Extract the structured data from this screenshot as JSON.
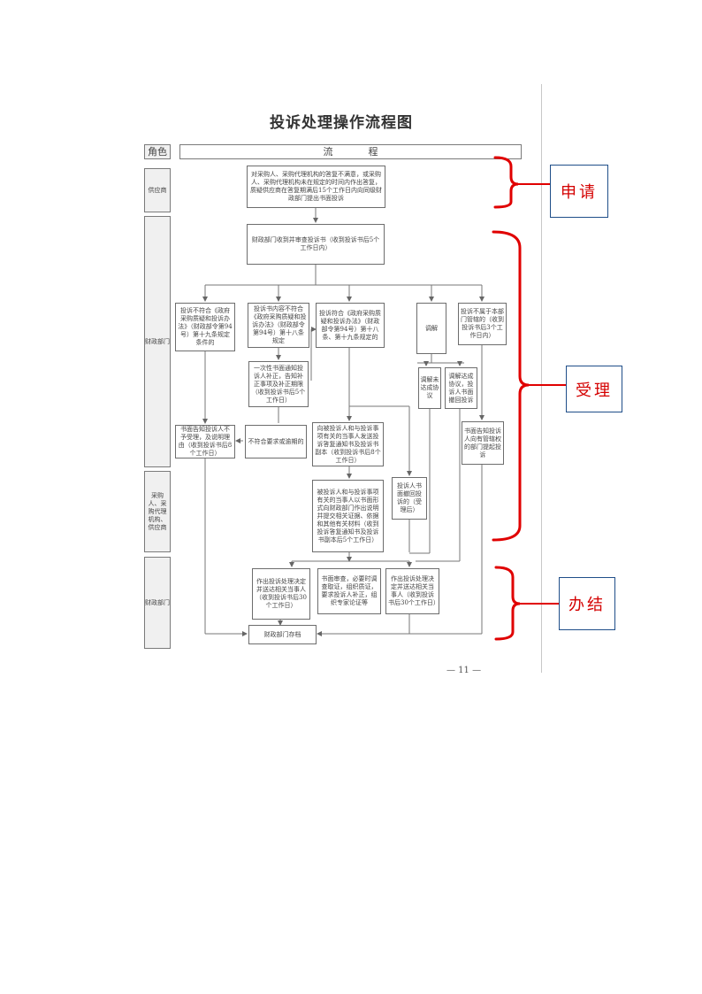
{
  "title": "投诉处理操作流程图",
  "header": {
    "role_label": "角色",
    "process_label": "流程"
  },
  "roles": {
    "supplier": "供应商",
    "finance": "财政部门",
    "involved": "采购人、采购代理机构、供应商",
    "finance_end": "财政部门"
  },
  "steps": {
    "apply": "对采购人、采购代理机构的答复不满意，或采购人、采购代理机构未在规定的时间内作出答复，质疑供应商在答复期满后15个工作日内向同级财政部门提出书面投诉",
    "receive": "财政部门收到并审查投诉书（收到投诉书后5个工作日内）",
    "branch1": "投诉不符合《政府采购质疑和投诉办法》（财政部令第94号）第十九条规定条件的",
    "branch2": "投诉书内容不符合《政府采购质疑和投诉办法》（财政部令第94号）第十八条规定",
    "branch3": "投诉符合《政府采购质疑和投诉办法》（财政部令第94号）第十八条、第十九条规定的",
    "mediate": "调解",
    "branch5": "投诉不属于本部门管辖的（收到投诉书后3个工作日内）",
    "notify_supplement": "一次性书面通知投诉人补正，告知补正事项及补正期限（收到投诉书后5个工作日）",
    "mediate_fail": "调解未达成协议",
    "mediate_ok": "调解达成协议，投诉人书面撤回投诉",
    "reject": "书面告知投诉人不予受理，及说明理由（收到投诉书后8个工作日）",
    "overdue": "不符合要求或逾期的",
    "send_copy": "向被投诉人和与投诉事项有关的当事人发送投诉答复通知书及投诉书副本（收到投诉书后8个工作日）",
    "transfer": "书面告知投诉人向有管辖权的部门提起投诉",
    "respond": "被投诉人和与投诉事项有关的当事人以书面形式向财政部门作出说明并提交相关证据、依据和其他有关材料（收到投诉答复通知书及投诉书副本后5个工作日）",
    "withdraw": "投诉人书面撤回投诉的（受理后）",
    "decide1": "作出投诉处理决定并送达相关当事人（收到投诉书后30个工作日）",
    "review": "书面审查，必要时调查取证，组织质证，要求投诉人补正，组织专家论证等",
    "decide2": "作出投诉处理决定并送达相关当事人（收到投诉书后30个工作日）",
    "archive": "财政部门存档"
  },
  "page_number": "— 11 —",
  "stages": [
    {
      "label": "申请"
    },
    {
      "label": "受理"
    },
    {
      "label": "办结"
    }
  ],
  "colors": {
    "stage_text": "#d40000",
    "bracket": "#e00000",
    "stage_border": "#1f4e89"
  }
}
